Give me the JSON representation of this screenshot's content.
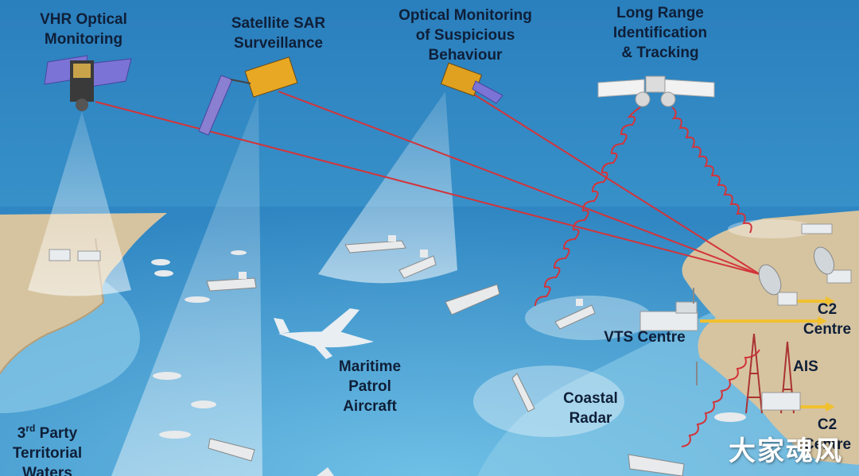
{
  "labels": {
    "vhr": [
      "VHR Optical",
      "Monitoring"
    ],
    "sar": [
      "Satellite SAR",
      "Surveillance"
    ],
    "optical": [
      "Optical Monitoring",
      "of Suspicious",
      "Behaviour"
    ],
    "lrit": [
      "Long Range",
      "Identification",
      "& Tracking"
    ],
    "maritime": [
      "Maritime",
      "Patrol",
      "Aircraft"
    ],
    "vts": "VTS Centre",
    "radar": [
      "Coastal",
      "Radar"
    ],
    "ais": "AIS",
    "c2a": [
      "C2",
      "Centre"
    ],
    "c2b": [
      "C2",
      "Centre"
    ],
    "waters": {
      "prefix": "3",
      "sup": "rd",
      "suffix": " Party",
      "lines": [
        "Territorial",
        "Waters"
      ]
    }
  },
  "watermark": "大家魂风",
  "colors": {
    "sea_deep": "#3d9ed0",
    "sea_shallow": "#8ccbe8",
    "land": "#d6c4a0",
    "link_red": "#d3343a",
    "arrow_yellow": "#f0c030"
  }
}
